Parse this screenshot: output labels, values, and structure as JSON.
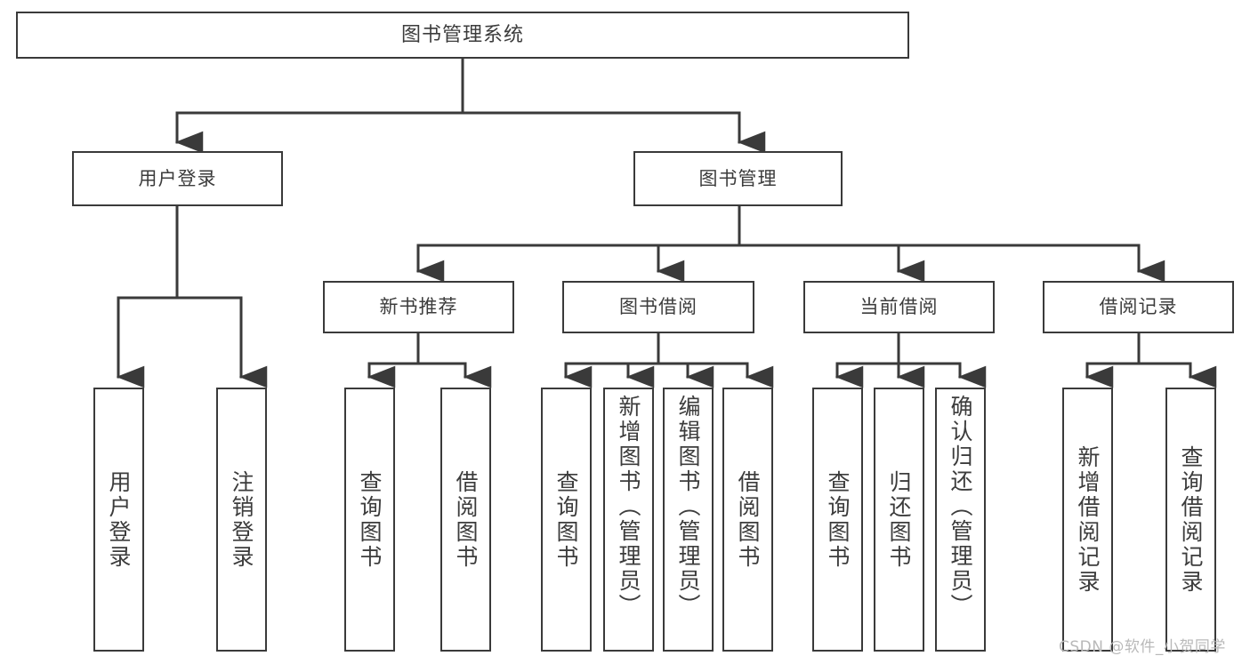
{
  "diagram": {
    "type": "tree-hierarchy",
    "orientation": "top-down",
    "watermark": "CSDN @软件_小贺同学",
    "style": {
      "background": "#ffffff",
      "node_fill": "#ffffff",
      "node_border": "#3a3a3a",
      "edge_color": "#3a3a3a",
      "text_color": "#3c3c3c",
      "watermark_color": "#b9b9b9"
    },
    "root": {
      "label": "图书管理系统"
    },
    "level2": [
      {
        "label": "用户登录"
      },
      {
        "label": "图书管理"
      }
    ],
    "level3": [
      {
        "label": "新书推荐"
      },
      {
        "label": "图书借阅"
      },
      {
        "label": "当前借阅"
      },
      {
        "label": "借阅记录"
      }
    ],
    "leaves": {
      "user_login": [
        {
          "label": "用户登录"
        },
        {
          "label": "注销登录"
        }
      ],
      "new_book_recommend": [
        {
          "label": "查询图书"
        },
        {
          "label": "借阅图书"
        }
      ],
      "book_borrow": [
        {
          "label": "查询图书"
        },
        {
          "label": "新增图书（管理员）"
        },
        {
          "label": "编辑图书（管理员）"
        },
        {
          "label": "借阅图书"
        }
      ],
      "current_borrow": [
        {
          "label": "查询图书"
        },
        {
          "label": "归还图书"
        },
        {
          "label": "确认归还（管理员）"
        }
      ],
      "borrow_record": [
        {
          "label": "新增借阅记录"
        },
        {
          "label": "查询借阅记录"
        }
      ]
    }
  }
}
